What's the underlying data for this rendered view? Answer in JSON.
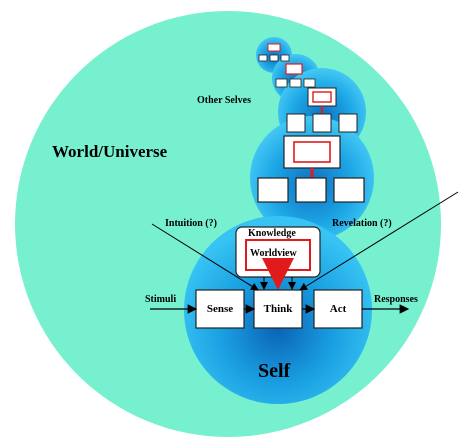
{
  "labels": {
    "world": "World/Universe",
    "other_selves": "Other Selves",
    "self": "Self",
    "knowledge": "Knowledge",
    "worldview": "Worldview",
    "intuition": "Intuition (?)",
    "revelation": "Revelation (?)",
    "stimuli": "Stimuli",
    "responses": "Responses",
    "sense": "Sense",
    "think": "Think",
    "act": "Act"
  },
  "colors": {
    "world": "#77f0cf",
    "self_sphere": "#1aa7e6",
    "self_edge": "#0a64b4",
    "red": "#e11b1b",
    "box_border": "#1a1a1a"
  }
}
